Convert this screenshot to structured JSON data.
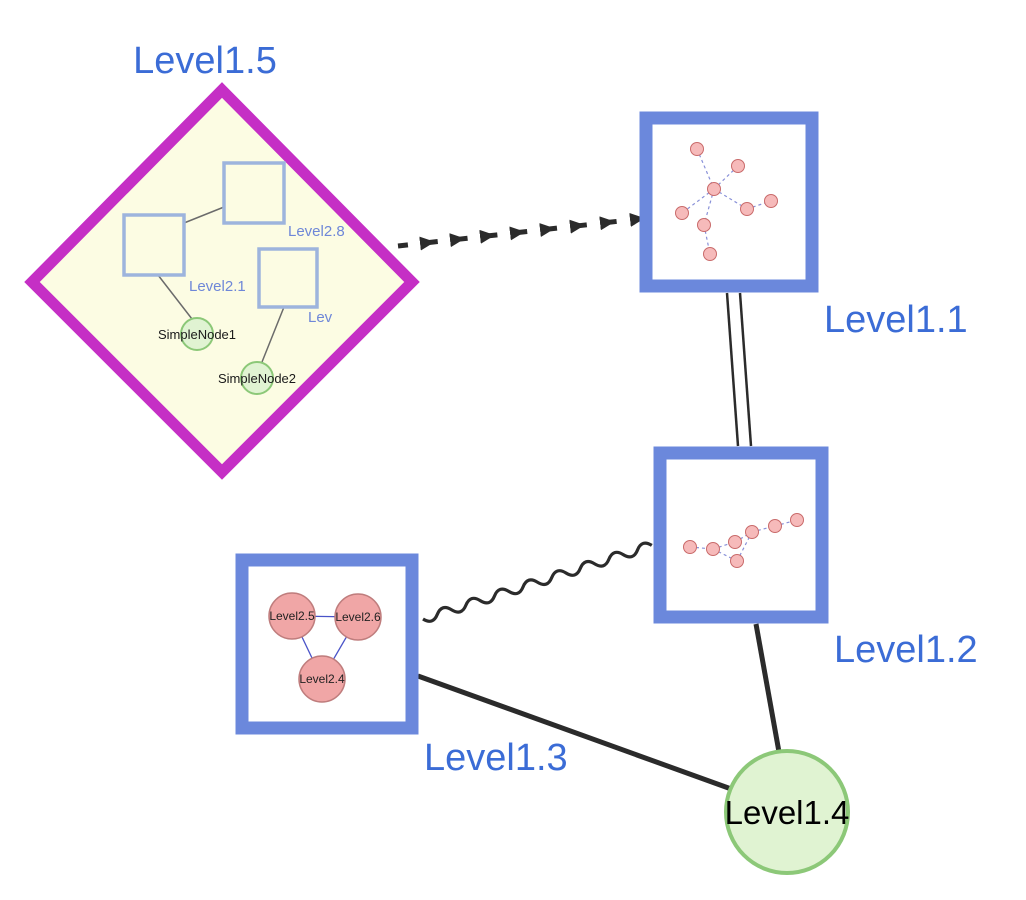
{
  "app": {
    "type": "nested-graph-diagram"
  },
  "colors": {
    "label-blue": "#3b6cd6",
    "inner-label-blue": "#6e87d8",
    "diamond-border": "#c52fc5",
    "diamond-fill": "#fcfce3",
    "group-border": "#6b88dc",
    "green-node-fill": "#e0f3d2",
    "green-node-border": "#8cc878",
    "pink-node-fill": "#f0a6a6",
    "pink-node-border": "#bf7d7d",
    "edge-color": "#2b2b2b"
  },
  "nodes": {
    "level1_5": {
      "label": "Level1.5",
      "shape": "diamond",
      "children": [
        "level2_8",
        "level2_1",
        "level2_x",
        "simple_node1",
        "simple_node2"
      ]
    },
    "level1_1": {
      "label": "Level1.1",
      "shape": "group-box"
    },
    "level1_2": {
      "label": "Level1.2",
      "shape": "group-box"
    },
    "level1_3": {
      "label": "Level1.3",
      "shape": "group-box",
      "children": [
        "level2_5",
        "level2_6",
        "level2_4"
      ]
    },
    "level1_4": {
      "label": "Level1.4",
      "shape": "circle"
    },
    "level2_8": {
      "label": "Level2.8",
      "shape": "square"
    },
    "level2_1": {
      "label": "Level2.1",
      "shape": "square"
    },
    "level2_x": {
      "label": "Lev",
      "shape": "square"
    },
    "simple_node1": {
      "label": "SimpleNode1",
      "shape": "circle"
    },
    "simple_node2": {
      "label": "SimpleNode2",
      "shape": "circle"
    },
    "level2_5": {
      "label": "Level2.5",
      "shape": "circle"
    },
    "level2_6": {
      "label": "Level2.6",
      "shape": "circle"
    },
    "level2_4": {
      "label": "Level2.4",
      "shape": "circle"
    }
  },
  "edges": [
    {
      "from": "Level1.5",
      "to": "Level1.1",
      "style": "dashed-arrow-chain"
    },
    {
      "from": "Level1.1",
      "to": "Level1.2",
      "style": "double-line"
    },
    {
      "from": "Level1.3",
      "to": "Level1.2",
      "style": "wavy"
    },
    {
      "from": "Level1.3",
      "to": "Level1.4",
      "style": "solid"
    },
    {
      "from": "Level1.2",
      "to": "Level1.4",
      "style": "solid"
    }
  ]
}
